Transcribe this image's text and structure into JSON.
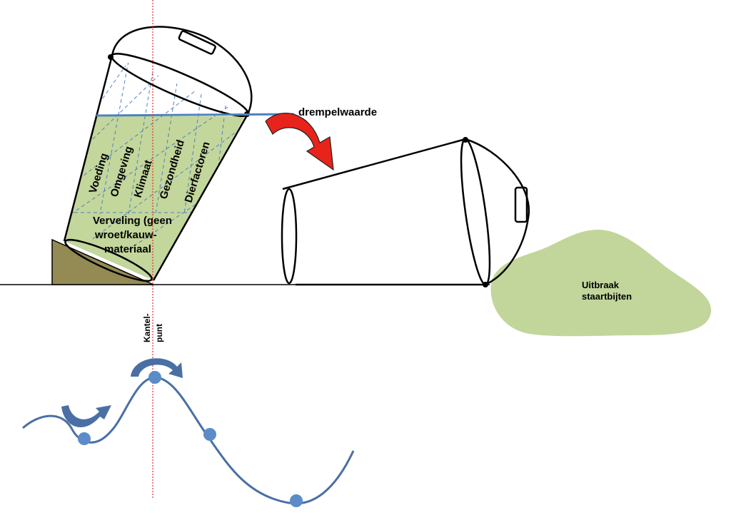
{
  "threshold_label": "drempelwaarde",
  "factors": [
    "Voeding",
    "Omgeving",
    "Klimaat",
    "Gezondheid",
    "Dierfactoren"
  ],
  "boredom_lines": [
    "Verveling (geen",
    "wroet/kauw-",
    "materiaal"
  ],
  "outbreak_lines": [
    "Uitbraak",
    "staartbijten"
  ],
  "tipping_point_lines": [
    "Kantel-",
    "punt"
  ],
  "colors": {
    "fill_green": "#c3d69b",
    "splash_green": "#c2d69b",
    "wedge_brown": "#948a54",
    "threshold_blue": "#4f81bd",
    "curve_blue": "#4a6fa5",
    "ball_blue": "#5b8cc8",
    "arrow_red": "#e8231b",
    "guide_red": "#e03030"
  }
}
